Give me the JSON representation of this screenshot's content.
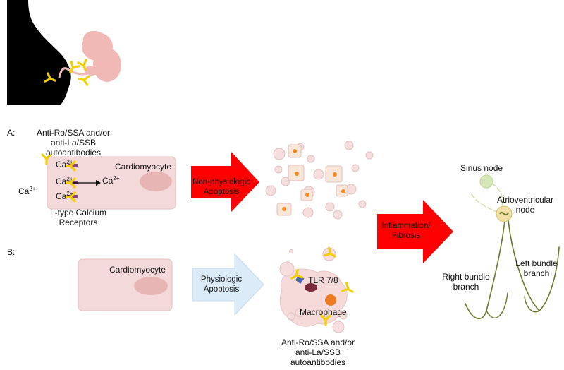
{
  "colors": {
    "red_arrow": "#ff0000",
    "blue_arrow": "#dcebf8",
    "cell_fill": "#f3d9d9",
    "nucleus": "#e8b5b5",
    "antibody": "#f2d000",
    "receptor": "#8b3d8b",
    "conduction": "#6b7a2a"
  },
  "section_a": {
    "letter": "A:",
    "antibodies_line1": "Anti-Ro/SSA and/or",
    "antibodies_line2": "anti-La/SSB",
    "antibodies_line3": "autoantibodies",
    "cell_label": "Cardiomyocyte",
    "ion": "Ca",
    "ion_charge": "2+",
    "channel_line1": "L-type Calcium",
    "channel_line2": "Receptors",
    "arrow_line1": "Non-physiologic",
    "arrow_line2": "Apoptosis"
  },
  "section_b": {
    "letter": "B:",
    "cell_label": "Cardiomyocyte",
    "arrow_line1": "Physiologic",
    "arrow_line2": "Apoptosis",
    "tlr_label": "TLR 7/8",
    "macrophage_label": "Macrophage",
    "antibodies_line1": "Anti-Ro/SSA and/or",
    "antibodies_line2": "anti-La/SSB",
    "antibodies_line3": "autoantibodies"
  },
  "outcome": {
    "arrow_line1": "Inflammation/",
    "arrow_line2": "Fibrosis"
  },
  "conduction": {
    "sinus_node": "Sinus node",
    "av_node_line1": "Atrioventricular",
    "av_node_line2": "node",
    "right_bundle_line1": "Right bundle",
    "right_bundle_line2": "branch",
    "left_bundle_line1": "Left bundle",
    "left_bundle_line2": "branch"
  }
}
